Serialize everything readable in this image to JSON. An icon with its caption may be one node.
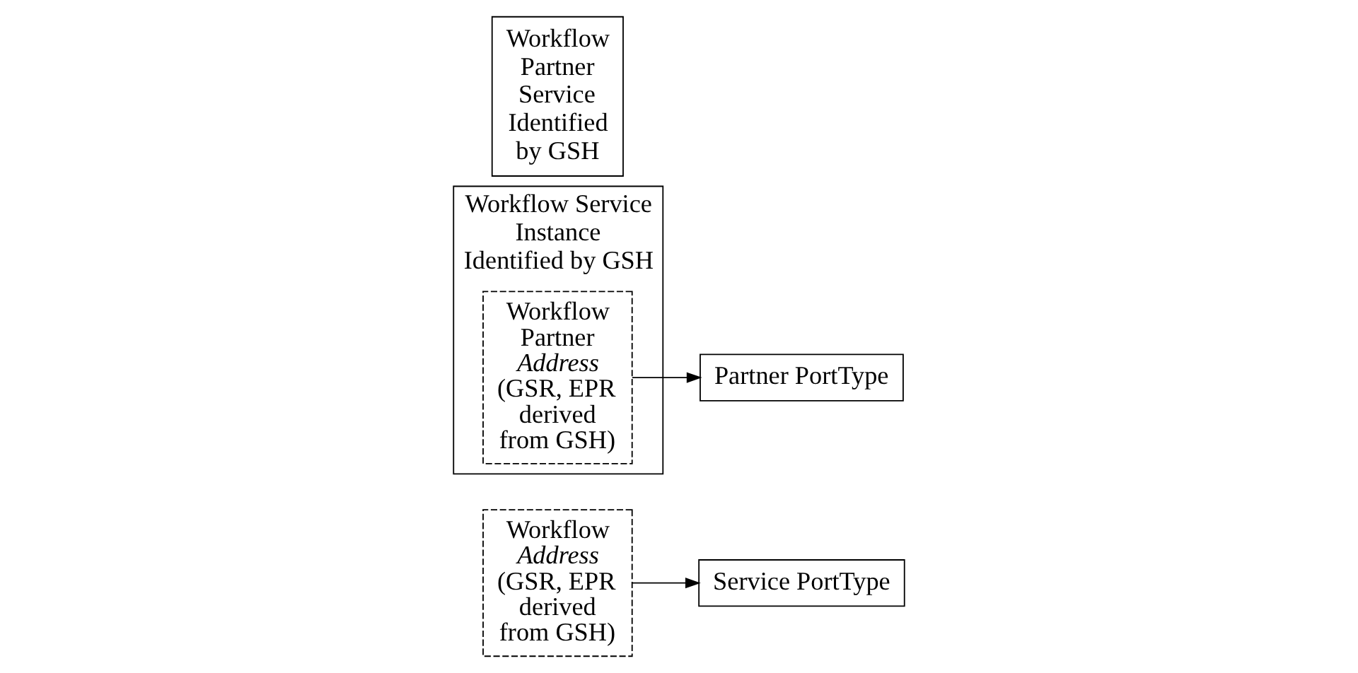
{
  "diagram": {
    "nodes": [
      {
        "text": [
          "Workflow *Address* (GSR, EPR derived from GSH)"
        ]
      },
      {
        "text": [
          "Workflow Service Instance Identified by GSH"
        ]
      },
      {
        "text": [
          "Service PortType"
        ]
      },
      {
        "text": [
          "Workflow Partner *Address* (GSR, EPR derived from GSH)"
        ],
        "in": 1
      },
      {
        "text": [
          "Partner PortType"
        ]
      },
      {
        "text": [
          "Workflow Partner Service Identified by GSH"
        ]
      }
    ],
    "edges": [
      {
        "from": 0,
        "to": 2,
        "arrow": "to"
      },
      {
        "from": 3,
        "to": 4,
        "arrow": "to"
      }
    ]
  }
}
